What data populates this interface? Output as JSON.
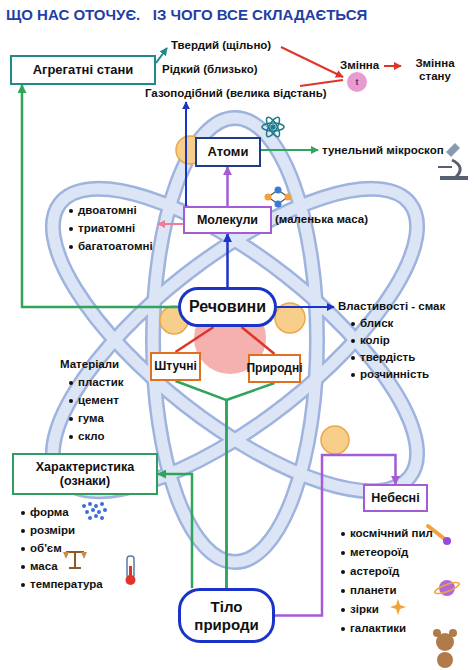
{
  "diagram": {
    "title": "ЩО НАС ОТОЧУЄ.   ІЗ ЧОГО ВСЕ СКЛАДАЄТЬСЯ",
    "nodes": [
      {
        "text": [
          "Агрегатні стани"
        ]
      },
      {
        "text": [
          "t"
        ]
      },
      {
        "text": [
          "Атоми"
        ]
      },
      {
        "text": [
          "Молекули"
        ]
      },
      {
        "text": [
          "Речовини"
        ]
      },
      {
        "text": [
          "Штучні"
        ]
      },
      {
        "text": [
          "Природні"
        ]
      },
      {
        "text": [
          "Характеристика (ознаки)"
        ]
      },
      {
        "text": [
          "Небесні"
        ]
      },
      {
        "text": [
          "Тіло природи"
        ]
      }
    ],
    "edges": [
      {
        "from": 4,
        "to": 0,
        "arrow": "to"
      },
      {
        "from": 3,
        "to": 2,
        "arrow": "to"
      },
      {
        "from": 4,
        "to": 3,
        "arrow": "to"
      },
      {
        "from": 4,
        "to": 5,
        "arrow": "none"
      },
      {
        "from": 4,
        "to": 6,
        "arrow": "none"
      },
      {
        "from": 9,
        "to": 5,
        "arrow": "none"
      },
      {
        "from": 9,
        "to": 6,
        "arrow": "none"
      },
      {
        "from": 9,
        "to": 7,
        "arrow": "to"
      },
      {
        "from": 9,
        "to": 8,
        "arrow": "to"
      }
    ],
    "labels": [
      "Твердий (щільно)",
      "Змінна стану",
      "Змінна",
      "Рідкий (близько)",
      "Газоподібний (велика відстань)",
      "тунельний мікроскоп",
      "двоатомні",
      "(маленька маса)",
      "триатомні",
      "багатоатомні",
      "Властивості - смак",
      "блиск",
      "колір",
      "твердість",
      "розчинність",
      "Матеріали",
      "пластик",
      "цемент",
      "гума",
      "скло",
      "форма",
      "розміри",
      "об'єм",
      "маса",
      "температура",
      "космічний пил",
      "метеороїд",
      "астероїд",
      "планети",
      "зірки",
      "галактики"
    ]
  }
}
